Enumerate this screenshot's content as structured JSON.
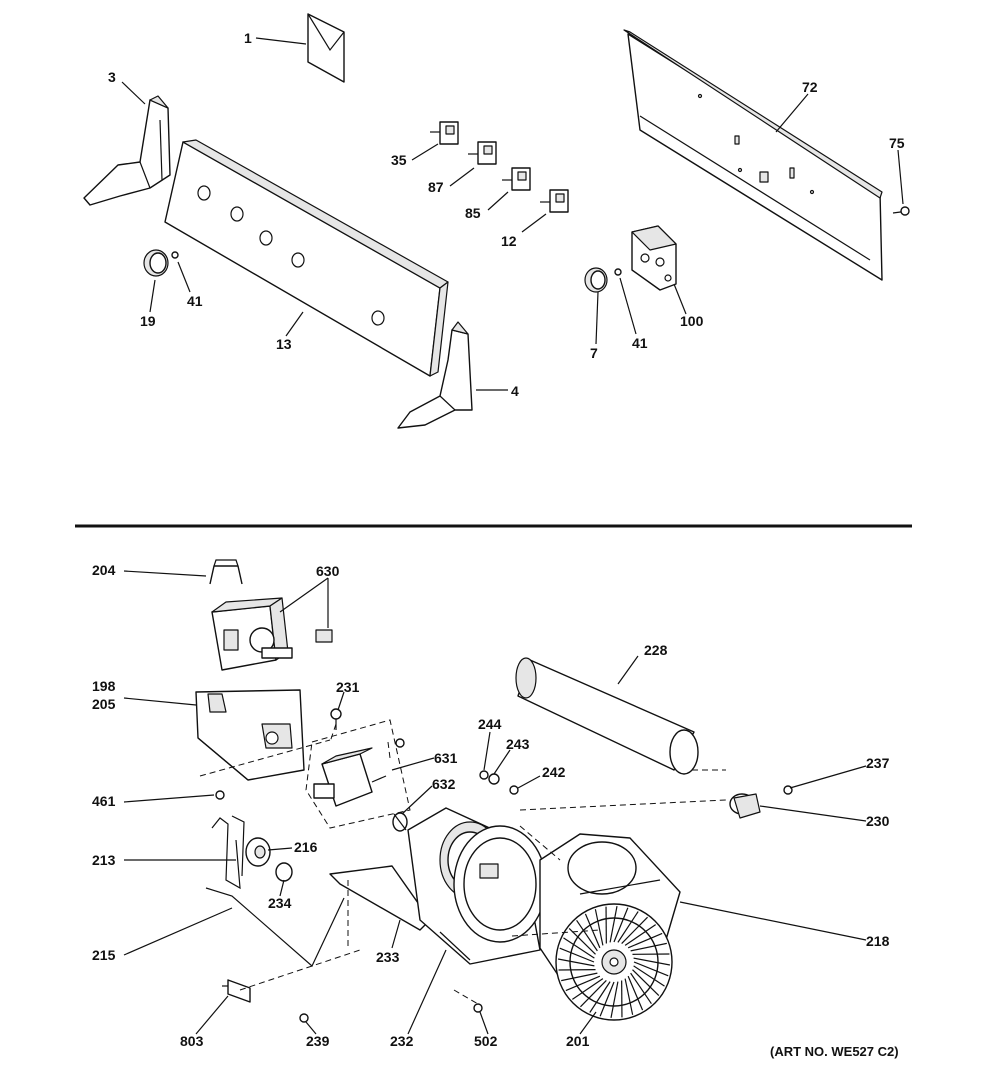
{
  "diagram": {
    "art_number": "(ART NO. WE527 C2)",
    "callouts": {
      "c1": "1",
      "c3": "3",
      "c72": "72",
      "c75": "75",
      "c35": "35",
      "c87": "87",
      "c85": "85",
      "c12": "12",
      "c19": "19",
      "c41a": "41",
      "c13": "13",
      "c4": "4",
      "c7": "7",
      "c41b": "41",
      "c100": "100",
      "c204": "204",
      "c630": "630",
      "c198": "198",
      "c205": "205",
      "c231": "231",
      "c228": "228",
      "c244": "244",
      "c243": "243",
      "c242": "242",
      "c631": "631",
      "c632": "632",
      "c237": "237",
      "c461": "461",
      "c230": "230",
      "c213": "213",
      "c216": "216",
      "c234": "234",
      "c218": "218",
      "c215": "215",
      "c233": "233",
      "c803": "803",
      "c239": "239",
      "c232": "232",
      "c502": "502",
      "c201": "201"
    }
  }
}
